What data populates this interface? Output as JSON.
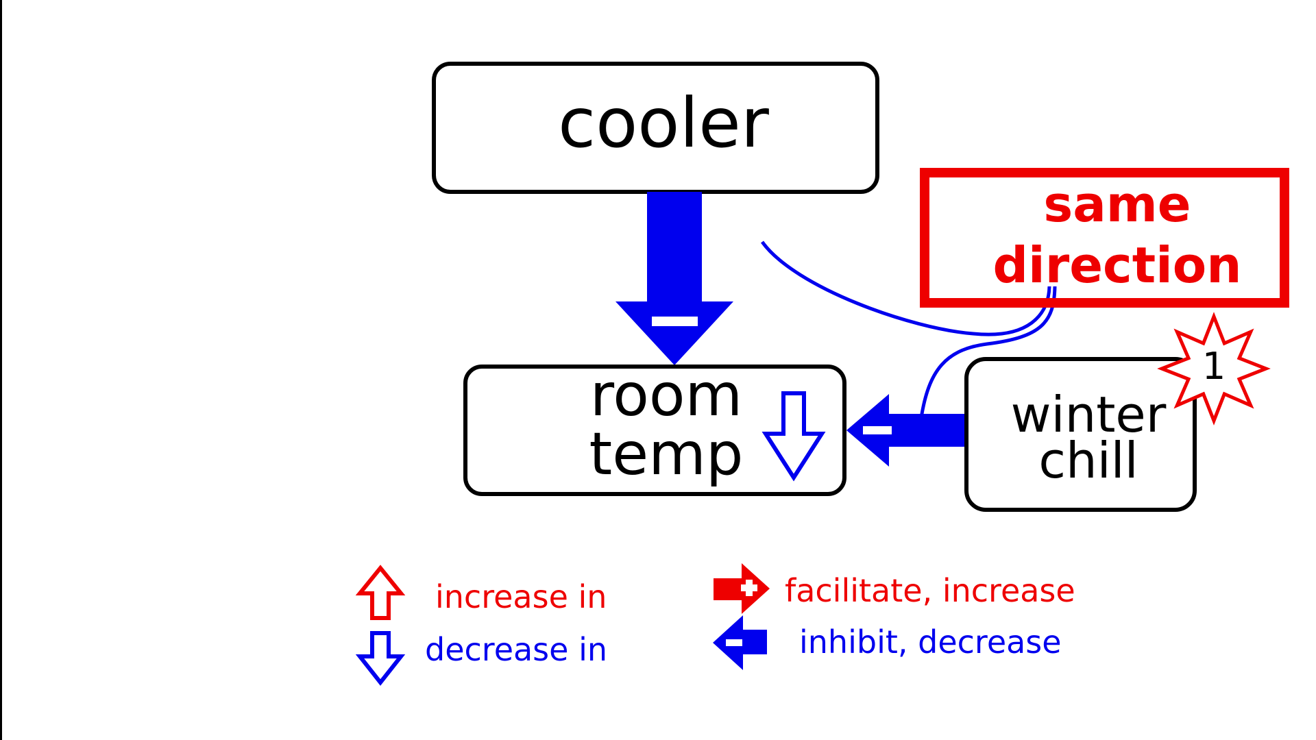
{
  "diagram": {
    "nodes": {
      "cooler": {
        "label": "cooler"
      },
      "room_temp": {
        "line1": "room",
        "line2": "temp"
      },
      "winter_chill": {
        "line1": "winter",
        "line2": "chill"
      }
    },
    "callout": {
      "line1": "same",
      "line2": "direction"
    },
    "badge": {
      "label": "1"
    },
    "colors": {
      "increase": "#ee0000",
      "decrease": "#0000ee",
      "box_stroke": "#000000"
    },
    "links": [
      {
        "from": "cooler",
        "to": "room_temp",
        "effect": "inhibit"
      },
      {
        "from": "winter_chill",
        "to": "room_temp",
        "effect": "inhibit"
      }
    ],
    "room_temp_change": "decrease"
  },
  "legend": {
    "increase": "increase in",
    "decrease": "decrease in",
    "facilitate": "facilitate, increase",
    "inhibit": "inhibit, decrease"
  }
}
